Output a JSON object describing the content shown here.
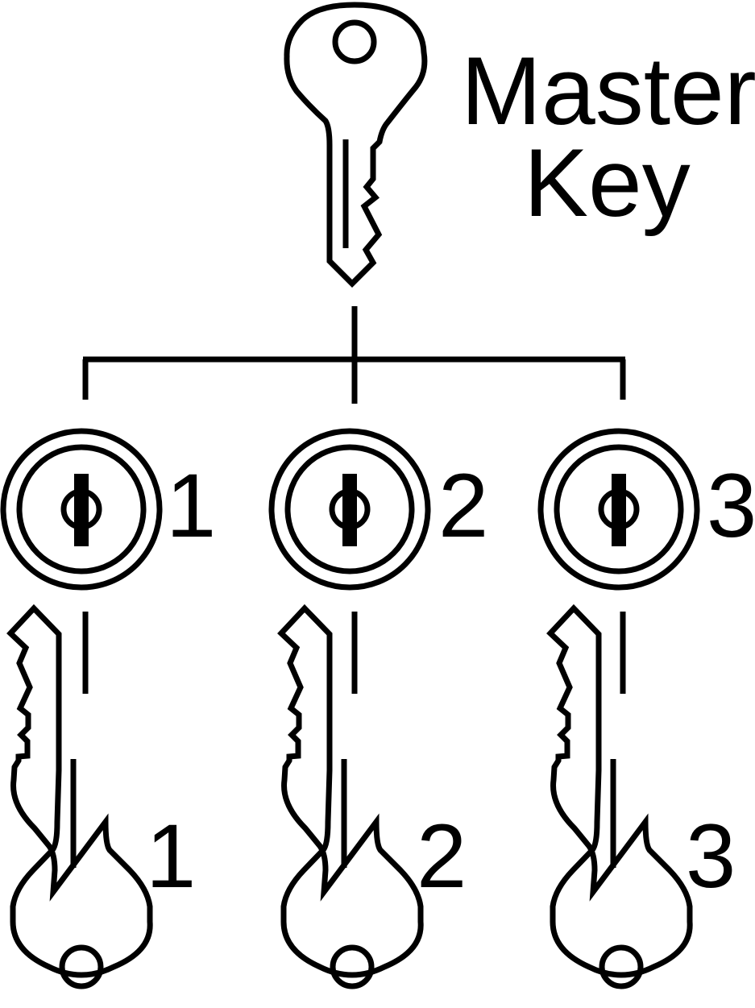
{
  "master": {
    "label_line1": "Master",
    "label_line2": "Key",
    "icon": "key-icon"
  },
  "locks": [
    {
      "number": "1",
      "icon": "lock-cylinder-icon"
    },
    {
      "number": "2",
      "icon": "lock-cylinder-icon"
    },
    {
      "number": "3",
      "icon": "lock-cylinder-icon"
    }
  ],
  "keys": [
    {
      "number": "1",
      "icon": "key-icon"
    },
    {
      "number": "2",
      "icon": "key-icon"
    },
    {
      "number": "3",
      "icon": "key-icon"
    }
  ],
  "colors": {
    "ink": "#000000",
    "background": "#ffffff"
  }
}
